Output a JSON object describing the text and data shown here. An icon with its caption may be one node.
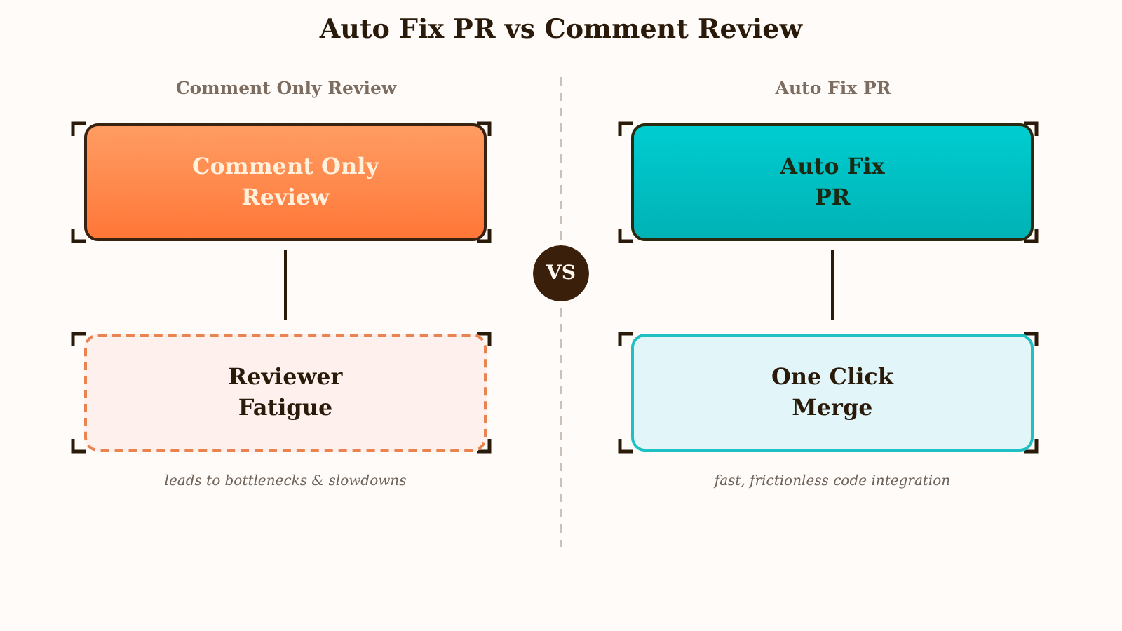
{
  "diagram": {
    "title": "Auto Fix PR vs Comment Review",
    "nodes": [
      {
        "text": [
          "Comment Only Review"
        ]
      },
      {
        "text": [
          "Reviewer Fatigue"
        ],
        "beside": [
          "leads to bottlenecks & slowdowns"
        ]
      },
      {
        "text": [
          "VS"
        ]
      },
      {
        "text": [
          "Auto Fix PR"
        ]
      },
      {
        "text": [
          "One Click Merge"
        ],
        "beside": [
          "fast, frictionless code integration"
        ]
      }
    ],
    "edges": [
      {
        "from": 0,
        "to": 1,
        "arrow": "none"
      },
      {
        "from": 3,
        "to": 4,
        "arrow": "none"
      }
    ],
    "labels": [
      "Comment Only Review",
      "Auto Fix PR"
    ]
  }
}
